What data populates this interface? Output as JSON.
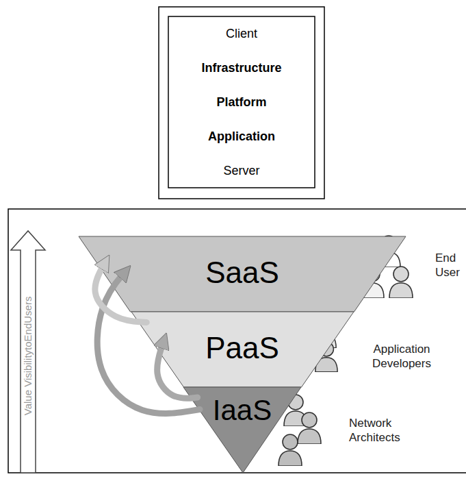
{
  "diagram": {
    "nodes": [
      {
        "text": [
          "Client"
        ]
      },
      {
        "text": [
          "Infrastructure"
        ]
      },
      {
        "text": [
          "Platform"
        ]
      },
      {
        "text": [
          "Application"
        ]
      },
      {
        "text": [
          "Server"
        ]
      },
      {
        "text": [
          "SaaS"
        ]
      },
      {
        "text": [
          "PaaS"
        ]
      },
      {
        "text": [
          "IaaS"
        ]
      }
    ],
    "edges": [
      {
        "from": 7,
        "to": 6,
        "arrow": "to"
      },
      {
        "from": 7,
        "to": 5,
        "arrow": "to"
      },
      {
        "from": 6,
        "to": 5,
        "arrow": "to"
      }
    ],
    "labels": [
      "Value VisibilitytoEndUsers",
      "End User",
      "Application Developers",
      "Network Architects"
    ]
  }
}
